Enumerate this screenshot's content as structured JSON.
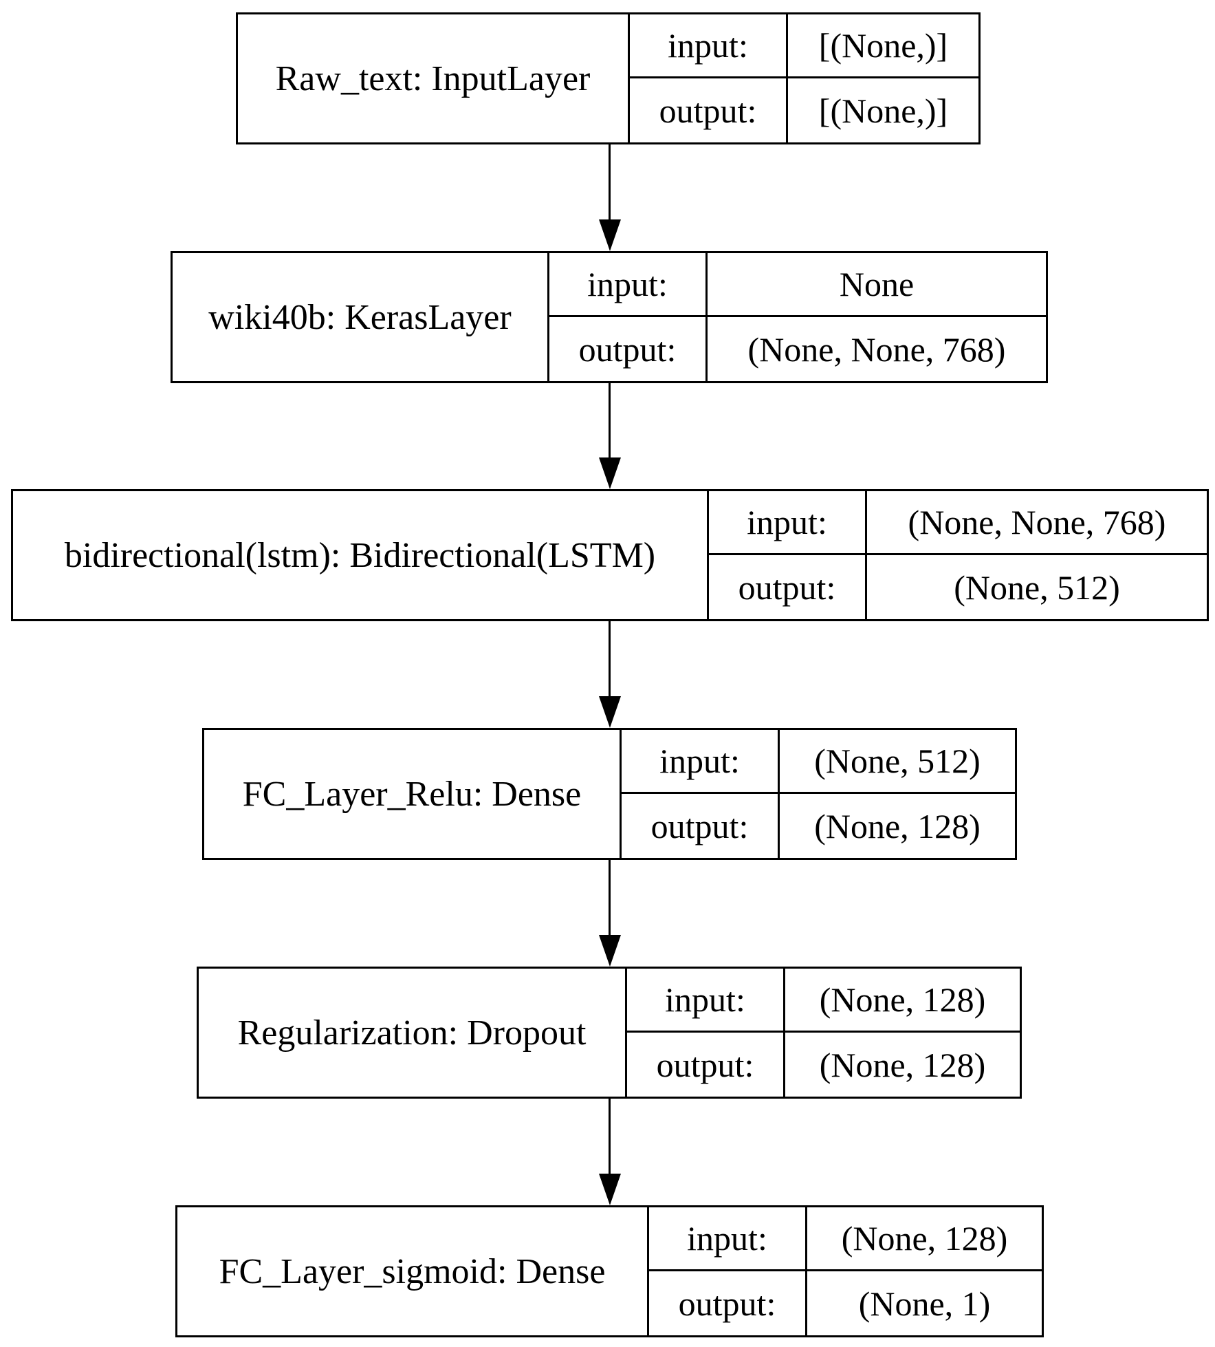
{
  "diagram": {
    "type": "keras-model-plot",
    "io_labels": {
      "input": "input:",
      "output": "output:"
    },
    "layers": [
      {
        "name": "Raw_text: InputLayer",
        "input": "[(None,)]",
        "output": "[(None,)]"
      },
      {
        "name": "wiki40b: KerasLayer",
        "input": "None",
        "output": "(None, None, 768)"
      },
      {
        "name": "bidirectional(lstm): Bidirectional(LSTM)",
        "input": "(None, None, 768)",
        "output": "(None, 512)"
      },
      {
        "name": "FC_Layer_Relu: Dense",
        "input": "(None, 512)",
        "output": "(None, 128)"
      },
      {
        "name": "Regularization: Dropout",
        "input": "(None, 128)",
        "output": "(None, 128)"
      },
      {
        "name": "FC_Layer_sigmoid: Dense",
        "input": "(None, 128)",
        "output": "(None, 1)"
      }
    ],
    "edges": [
      {
        "from": "Raw_text: InputLayer",
        "to": "wiki40b: KerasLayer"
      },
      {
        "from": "wiki40b: KerasLayer",
        "to": "bidirectional(lstm): Bidirectional(LSTM)"
      },
      {
        "from": "bidirectional(lstm): Bidirectional(LSTM)",
        "to": "FC_Layer_Relu: Dense"
      },
      {
        "from": "FC_Layer_Relu: Dense",
        "to": "Regularization: Dropout"
      },
      {
        "from": "Regularization: Dropout",
        "to": "FC_Layer_sigmoid: Dense"
      }
    ]
  }
}
